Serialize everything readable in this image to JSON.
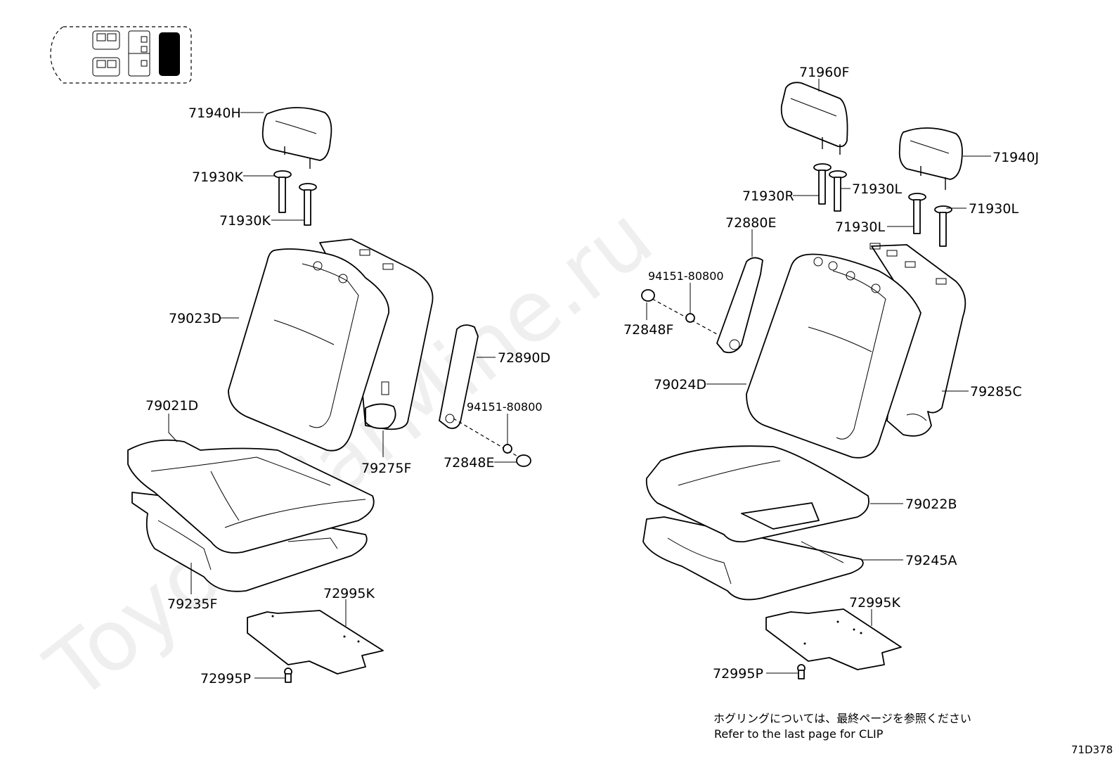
{
  "watermark": "ToyotaCarMine.ru",
  "diagram_code": "71D378",
  "note": {
    "japanese": "ホグリングについては、最終ページを参照ください",
    "english": "Refer to the last page for CLIP"
  },
  "left_group": {
    "headrest": "71940H",
    "support_1": "71930K",
    "support_2": "71930K",
    "seatback": "79023D",
    "seatback_frame": "79275F",
    "armrest": "72890D",
    "armrest_bolt": "94151-80800",
    "armrest_cap": "72848E",
    "cushion": "79021D",
    "cushion_frame": "79235F",
    "plate": "72995K",
    "plate_clip": "72995P"
  },
  "right_group": {
    "headrest_center": "71960F",
    "headrest": "71940J",
    "support_r": "71930R",
    "support_l_1": "71930L",
    "support_l_2": "71930L",
    "support_l_3": "71930L",
    "armrest": "72880E",
    "armrest_bolt": "94151-80800",
    "armrest_cap": "72848F",
    "seatback": "79024D",
    "seatback_frame": "79285C",
    "cushion": "79022B",
    "cushion_frame": "79245A",
    "plate": "72995K",
    "plate_clip": "72995P"
  }
}
